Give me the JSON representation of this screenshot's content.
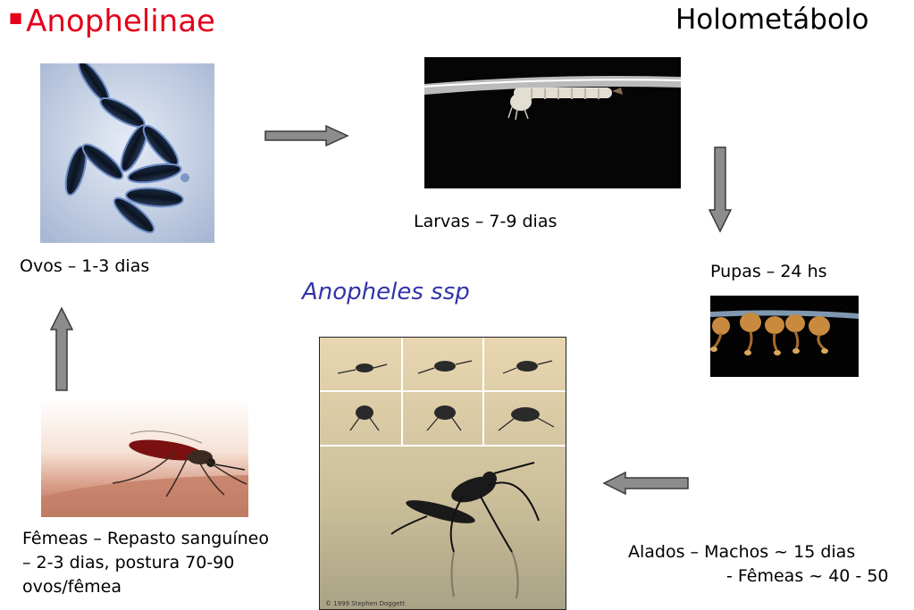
{
  "header": {
    "title": "Anophelinae",
    "subtitle": "Holometábolo"
  },
  "species": "Anopheles ssp",
  "stages": {
    "eggs": "Ovos – 1-3 dias",
    "larvae": "Larvas – 7-9 dias",
    "pupae": "Pupas – 24 hs",
    "adults_line1": "Alados – Machos ~ 15 dias",
    "adults_line2": "- Fêmeas ~ 40 - 50",
    "females_line1": "Fêmeas – Repasto sanguíneo",
    "females_line2": "– 2-3 dias, postura 70-90",
    "females_line3": "ovos/fêmea"
  },
  "photo_credit": "© 1999 Stephen Doggett",
  "colors": {
    "title": "#e3001b",
    "species": "#3333aa",
    "arrow_fill": "#8c8c8c",
    "arrow_stroke": "#3a3a3a"
  }
}
